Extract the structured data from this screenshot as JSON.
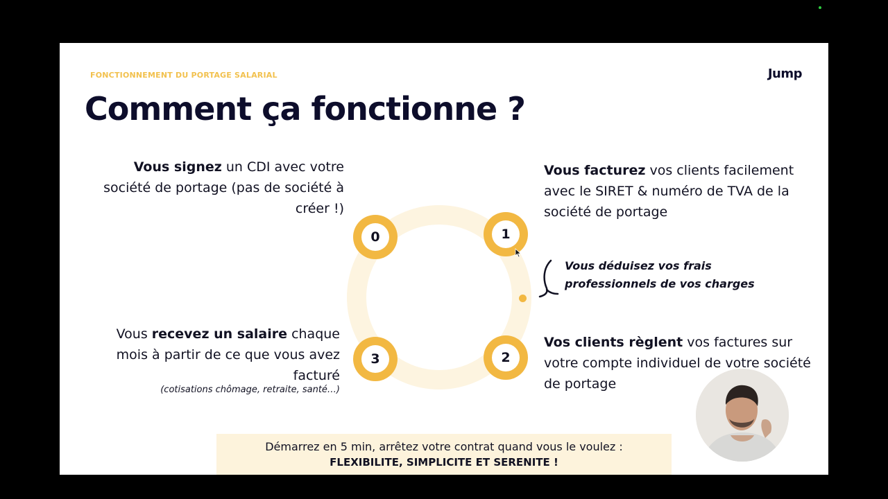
{
  "slide": {
    "kicker": "FONCTIONNEMENT DU PORTAGE SALARIAL",
    "logo": "Jump",
    "title": "Comment ça fonctionne ?"
  },
  "steps": [
    {
      "number": "0",
      "bold": "Vous signez",
      "text": " un CDI avec votre société de portage (pas de société à créer !)"
    },
    {
      "number": "1",
      "bold": "Vous facturez",
      "text": " vos clients facilement avec le SIRET & numéro de TVA de la société de portage"
    },
    {
      "number": "2",
      "bold": "Vos clients règlent",
      "text": " vos factures sur votre compte individuel de votre société de portage"
    },
    {
      "number": "3",
      "pre": "Vous ",
      "bold": "recevez un salaire",
      "text": " chaque mois à partir de ce que vous avez facturé",
      "note": "(cotisations chômage, retraite, santé…)"
    }
  ],
  "deduction": "Vous déduisez vos frais professionnels de vos charges",
  "banner": {
    "line1": "Démarrez en 5 min, arrêtez votre contrat quand vous le voulez :",
    "line2": "FLEXIBILITE, SIMPLICITE ET SERENITE !"
  },
  "colors": {
    "accent": "#f2b842",
    "ring": "#fdf4e0",
    "banner_bg": "#fdf3dc",
    "title": "#0d0d2b"
  }
}
